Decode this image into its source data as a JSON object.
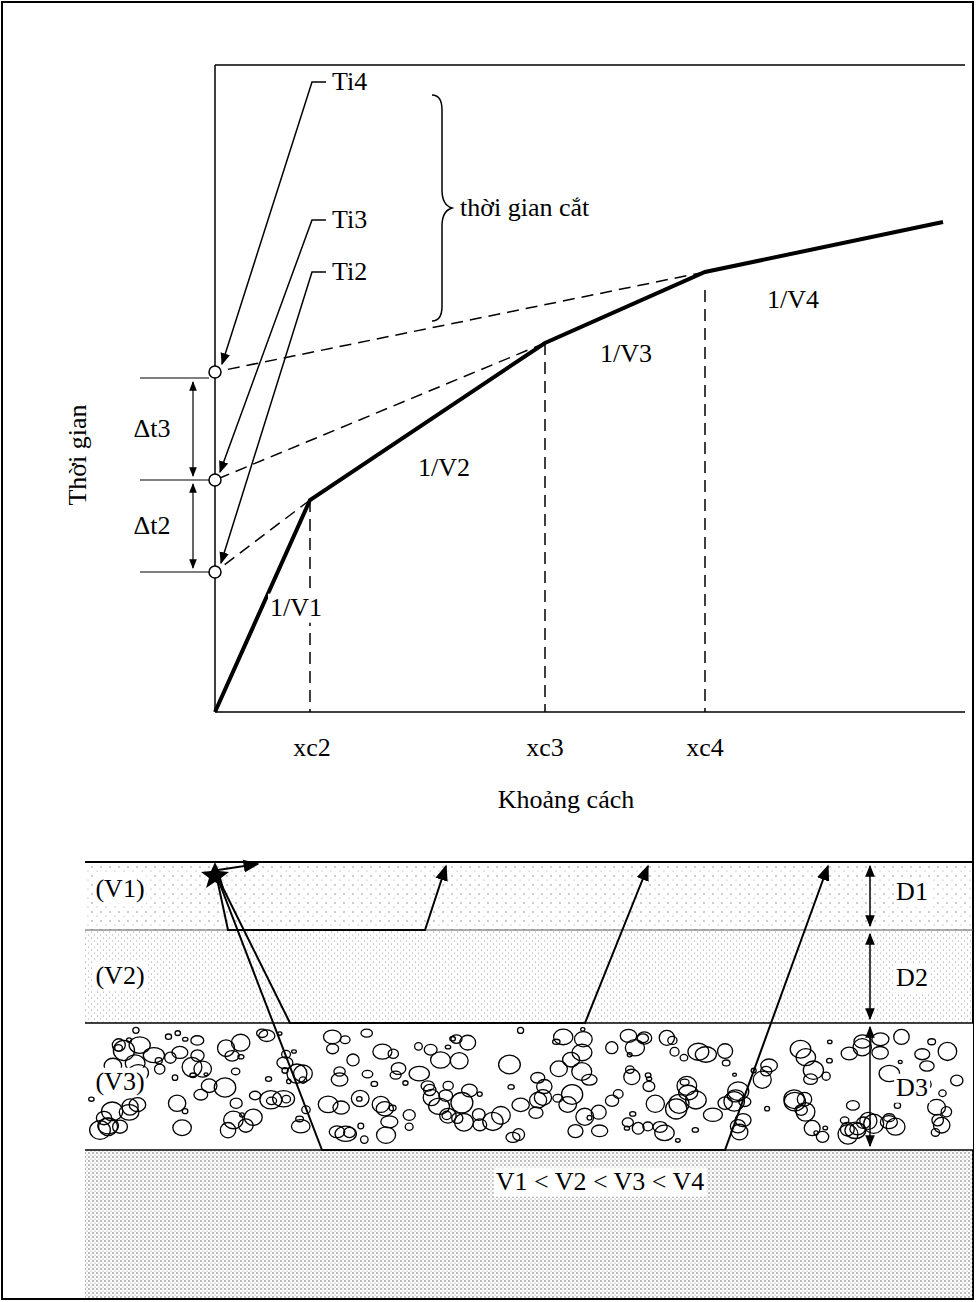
{
  "diagram": {
    "labels": [
      "Ti4",
      "Ti3",
      "Ti2",
      "thời gian cắt",
      "Δt3",
      "Δt2",
      "Thời gian",
      "1/V1",
      "1/V2",
      "1/V3",
      "1/V4",
      "xc2",
      "xc3",
      "xc4",
      "Khoảng cách",
      "(V1)",
      "(V2)",
      "(V3)",
      "D1",
      "D2",
      "D3",
      "V1 < V2 < V3 < V4"
    ]
  }
}
